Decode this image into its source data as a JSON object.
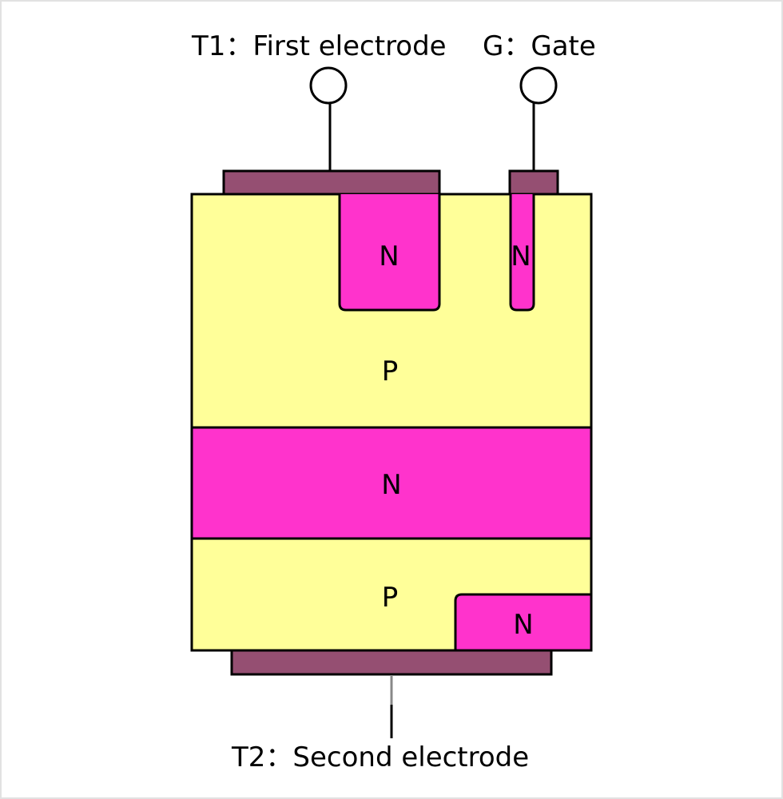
{
  "labels": {
    "t1": "T1：First electrode",
    "gate": "G：Gate",
    "t2": "T2：Second electrode"
  },
  "regions": {
    "n_top_left": "N",
    "n_gate": "N",
    "p_upper": "P",
    "n_middle": "N",
    "p_lower": "P",
    "n_bottom_right": "N"
  },
  "colors": {
    "p_region": "#ffff99",
    "n_region": "#ff33cc",
    "electrode": "#954f72",
    "outline": "#000000"
  }
}
